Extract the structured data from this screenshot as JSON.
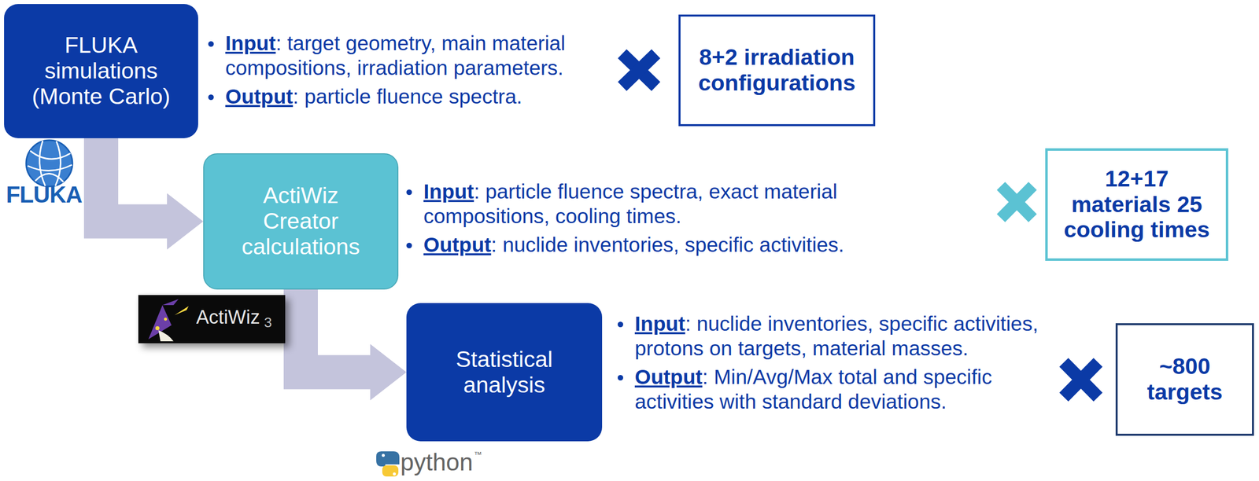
{
  "diagram": {
    "nodes": [
      {
        "text": [
          "FLUKA simulations (Monte Carlo)"
        ]
      },
      {
        "text": [
          "8+2 irradiation configurations"
        ]
      },
      {
        "text": [
          "ActiWiz Creator calculations"
        ]
      },
      {
        "text": [
          "12+17 materials 25 cooling times"
        ]
      },
      {
        "text": [
          "Statistical analysis"
        ]
      },
      {
        "text": [
          "~800 targets"
        ]
      }
    ],
    "edges": [
      {
        "from": 0,
        "to": 2,
        "arrow": "to"
      },
      {
        "from": 2,
        "to": 4,
        "arrow": "to"
      }
    ],
    "labels": [
      "Input",
      ": target geometry, main material compositions, irradiation parameters.",
      "Output",
      ": particle fluence spectra.",
      "FLUKA",
      "Input",
      ": particle fluence spectra, exact material compositions, cooling times.",
      "Output",
      ": nuclide inventories, specific activities.",
      "ActiWiz",
      "3",
      "Input",
      ": nuclide inventories, specific activities, protons on targets, material masses.",
      "Output",
      ": Min/Avg/Max total and specific activities with standard deviations.",
      "python",
      "™"
    ]
  }
}
